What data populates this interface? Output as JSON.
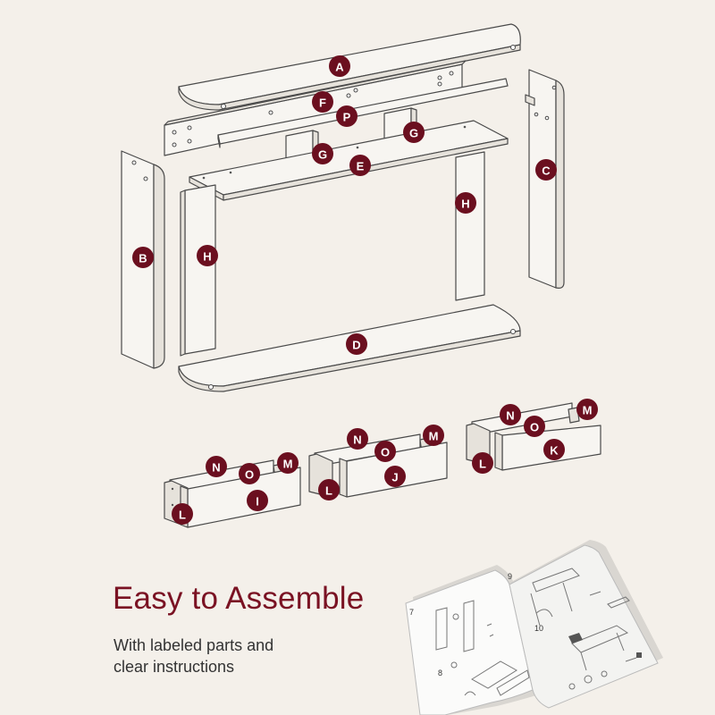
{
  "headline": "Easy to Assemble",
  "subtext_line1": "With labeled parts and",
  "subtext_line2": "clear instructions",
  "badge_color": "#6b0f1f",
  "background_color": "#f4f0ea",
  "parts": {
    "a": "A",
    "b": "B",
    "c": "C",
    "d": "D",
    "e": "E",
    "f": "F",
    "g": "G",
    "h": "H",
    "i": "I",
    "j": "J",
    "k": "K",
    "l": "L",
    "m": "M",
    "n": "N",
    "o": "O",
    "p": "P"
  },
  "manual_pages": [
    "7",
    "8",
    "9",
    "10"
  ]
}
